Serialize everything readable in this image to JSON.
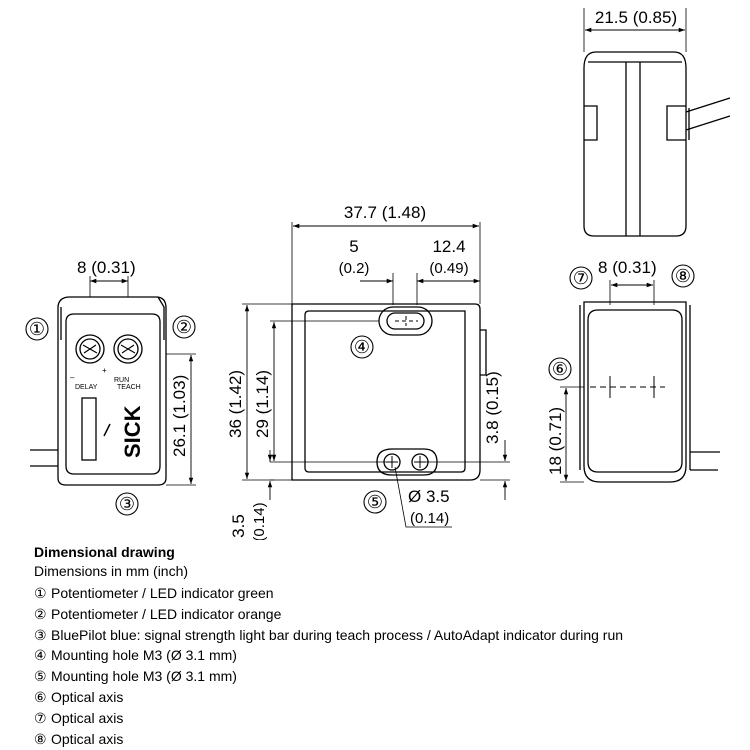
{
  "drawing": {
    "front_view": {
      "dim_top": "8",
      "dim_top_inch": "(0.31)",
      "dim_height": "26.1",
      "dim_height_inch": "(1.03)",
      "label_delay": "DELAY",
      "label_run": "RUN",
      "label_teach": "TEACH",
      "label_minus": "–",
      "label_plus": "+",
      "brand": "SICK",
      "callouts": [
        "①",
        "②",
        "③"
      ]
    },
    "side_view": {
      "dim_width": "37.7",
      "dim_width_inch": "(1.48)",
      "dim_hole_offset": "5",
      "dim_hole_offset_inch": "(0.2)",
      "dim_hole_pos": "12.4",
      "dim_hole_pos_inch": "(0.49)",
      "dim_height_outer": "36",
      "dim_height_outer_inch": "(1.42)",
      "dim_height_inner": "29",
      "dim_height_inner_inch": "(1.14)",
      "dim_edge": "3.8",
      "dim_edge_inch": "(0.15)",
      "dim_bottom": "3.5",
      "dim_bottom_inch": "(0.14)",
      "dim_hole_dia": "Ø 3.5",
      "dim_hole_dia_inch": "(0.14)",
      "callouts": [
        "④",
        "⑤"
      ]
    },
    "top_view": {
      "dim_width": "21.5",
      "dim_width_inch": "(0.85)"
    },
    "rear_view": {
      "dim_top": "8",
      "dim_top_inch": "(0.31)",
      "dim_axis": "18",
      "dim_axis_inch": "(0.71)",
      "callouts": [
        "⑥",
        "⑦",
        "⑧"
      ]
    }
  },
  "legend": {
    "title": "Dimensional drawing",
    "subtitle": "Dimensions in mm (inch)",
    "items": [
      {
        "num": "①",
        "text": "Potentiometer / LED indicator green"
      },
      {
        "num": "②",
        "text": "Potentiometer / LED indicator orange"
      },
      {
        "num": "③",
        "text": "BluePilot blue: signal strength light bar during teach process / AutoAdapt indicator during run"
      },
      {
        "num": "④",
        "text": "Mounting hole M3 (Ø 3.1 mm)"
      },
      {
        "num": "⑤",
        "text": "Mounting hole M3 (Ø 3.1 mm)"
      },
      {
        "num": "⑥",
        "text": "Optical axis"
      },
      {
        "num": "⑦",
        "text": "Optical axis"
      },
      {
        "num": "⑧",
        "text": "Optical axis"
      }
    ]
  }
}
